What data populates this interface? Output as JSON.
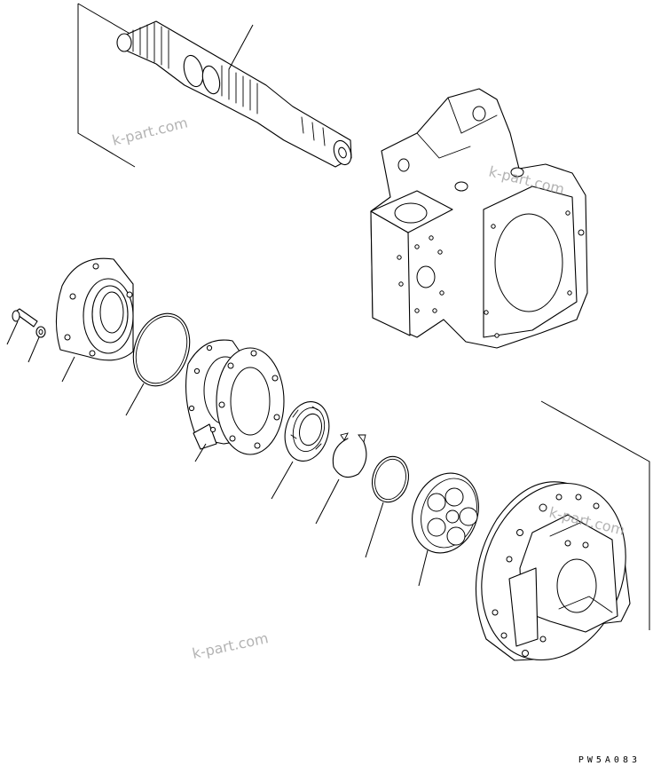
{
  "watermarks": [
    "k-part.com",
    "k-part.com",
    "k-part.com",
    "k-part.com"
  ],
  "drawing_code": "PW5A083",
  "colors": {
    "line": "#000000",
    "background": "#ffffff",
    "watermark": "#9a9a9a"
  }
}
